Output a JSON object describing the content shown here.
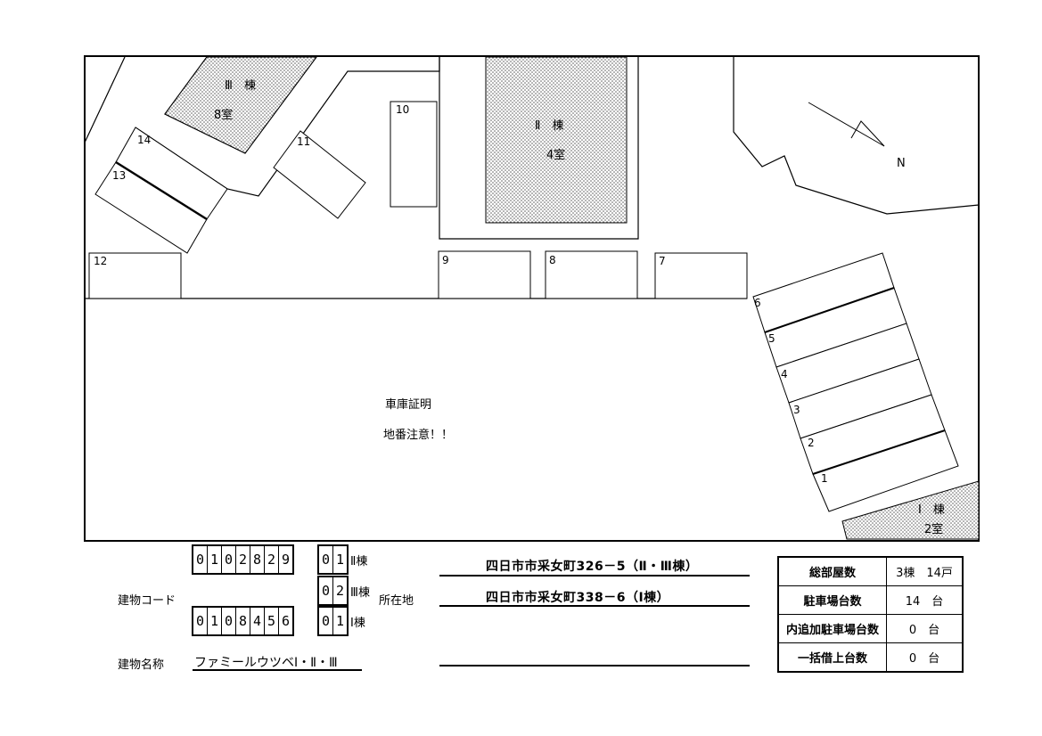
{
  "map": {
    "buildings": {
      "building3": {
        "name": "Ⅲ　棟",
        "rooms": "8室"
      },
      "building2": {
        "name": "Ⅱ　棟",
        "rooms": "4室"
      },
      "building1": {
        "name": "Ⅰ　棟",
        "rooms": "2室"
      }
    },
    "parking_spaces": [
      "1",
      "2",
      "3",
      "4",
      "5",
      "6",
      "7",
      "8",
      "9",
      "10",
      "11",
      "12",
      "13",
      "14"
    ],
    "north_label": "N",
    "notice_line1": "車庫証明",
    "notice_line2": "地番注意！！"
  },
  "form": {
    "building_code_label": "建物コード",
    "code_upper_digits": [
      "0",
      "1",
      "0",
      "2",
      "8",
      "2",
      "9"
    ],
    "code_lower_digits": [
      "0",
      "1",
      "0",
      "8",
      "4",
      "5",
      "6"
    ],
    "sub_codes": [
      {
        "digits": [
          "0",
          "1"
        ],
        "label": "Ⅱ棟"
      },
      {
        "digits": [
          "0",
          "2"
        ],
        "label": "Ⅲ棟"
      },
      {
        "digits": [
          "0",
          "1"
        ],
        "label": "Ⅰ棟"
      }
    ],
    "location_label": "所在地",
    "address_1": "四日市市采女町326－5（Ⅱ・Ⅲ棟）",
    "address_2": "四日市市采女町338－6（Ⅰ棟）",
    "building_name_label": "建物名称",
    "building_name": "ファミールウツベⅠ・Ⅱ・Ⅲ"
  },
  "summary": [
    {
      "label": "総部屋数",
      "value": "3棟　14戸"
    },
    {
      "label": "駐車場台数",
      "value": "14　台"
    },
    {
      "label": "内追加駐車場台数",
      "value": "0　台"
    },
    {
      "label": "一括借上台数",
      "value": "0　台"
    }
  ]
}
